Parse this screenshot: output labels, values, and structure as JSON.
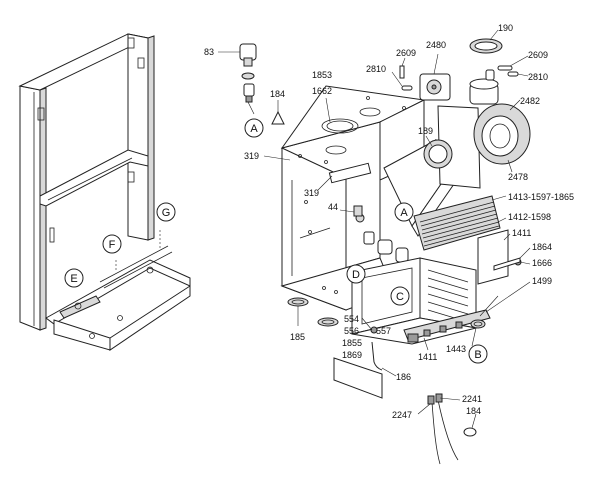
{
  "labels": {
    "l83": "83",
    "l184a": "184",
    "l1853": "1853",
    "l1662": "1662",
    "l2609a": "2609",
    "l2810a": "2810",
    "l2480": "2480",
    "l190": "190",
    "l2609b": "2609",
    "l2810b": "2810",
    "l2482": "2482",
    "l189": "189",
    "l2478": "2478",
    "l319a": "319",
    "l319b": "319",
    "l44": "44",
    "l1413": "1413-1597-1865",
    "l1412": "1412-1598",
    "l1411a": "1411",
    "l1864": "1864",
    "l1666": "1666",
    "l1499": "1499",
    "l554": "554",
    "l556": "556",
    "l557": "557",
    "l1855": "1855",
    "l1869": "1869",
    "l185": "185",
    "l1411b": "1411",
    "l1443": "1443",
    "l186": "186",
    "l2247": "2247",
    "l2241": "2241",
    "l184b": "184"
  },
  "callouts": {
    "a1": "A",
    "a2": "A",
    "b": "B",
    "c": "C",
    "d": "D",
    "e": "E",
    "f": "F",
    "g": "G"
  }
}
